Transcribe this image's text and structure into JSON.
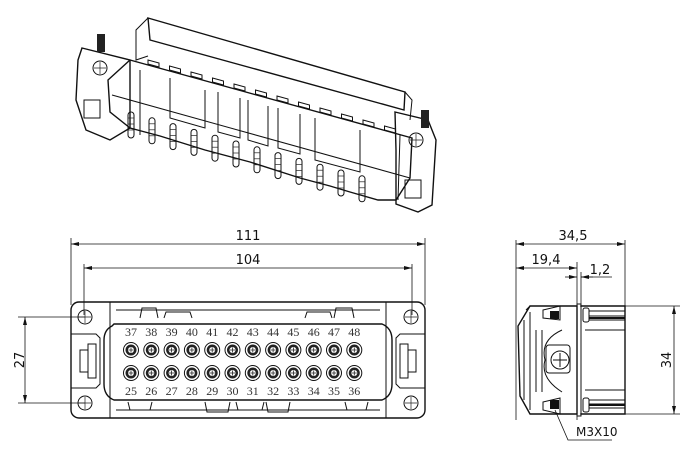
{
  "drawing": {
    "subject": "Multi-pole rectangular connector insert (48 pin)",
    "views": [
      "isometric-view",
      "front-view",
      "side-view"
    ]
  },
  "front_view": {
    "dimensions": {
      "overall_width": "111",
      "mounting_hole_spacing": "104",
      "height": "27"
    },
    "pin_labels_top": [
      "37",
      "38",
      "39",
      "40",
      "41",
      "42",
      "43",
      "44",
      "45",
      "46",
      "47",
      "48"
    ],
    "pin_labels_bottom": [
      "25",
      "26",
      "27",
      "28",
      "29",
      "30",
      "31",
      "32",
      "33",
      "34",
      "35",
      "36"
    ]
  },
  "side_view": {
    "dimensions": {
      "overall_depth": "34,5",
      "flange_depth": "19,4",
      "flange_thickness": "1,2",
      "height": "34"
    },
    "screw_callout": "M3X10"
  }
}
